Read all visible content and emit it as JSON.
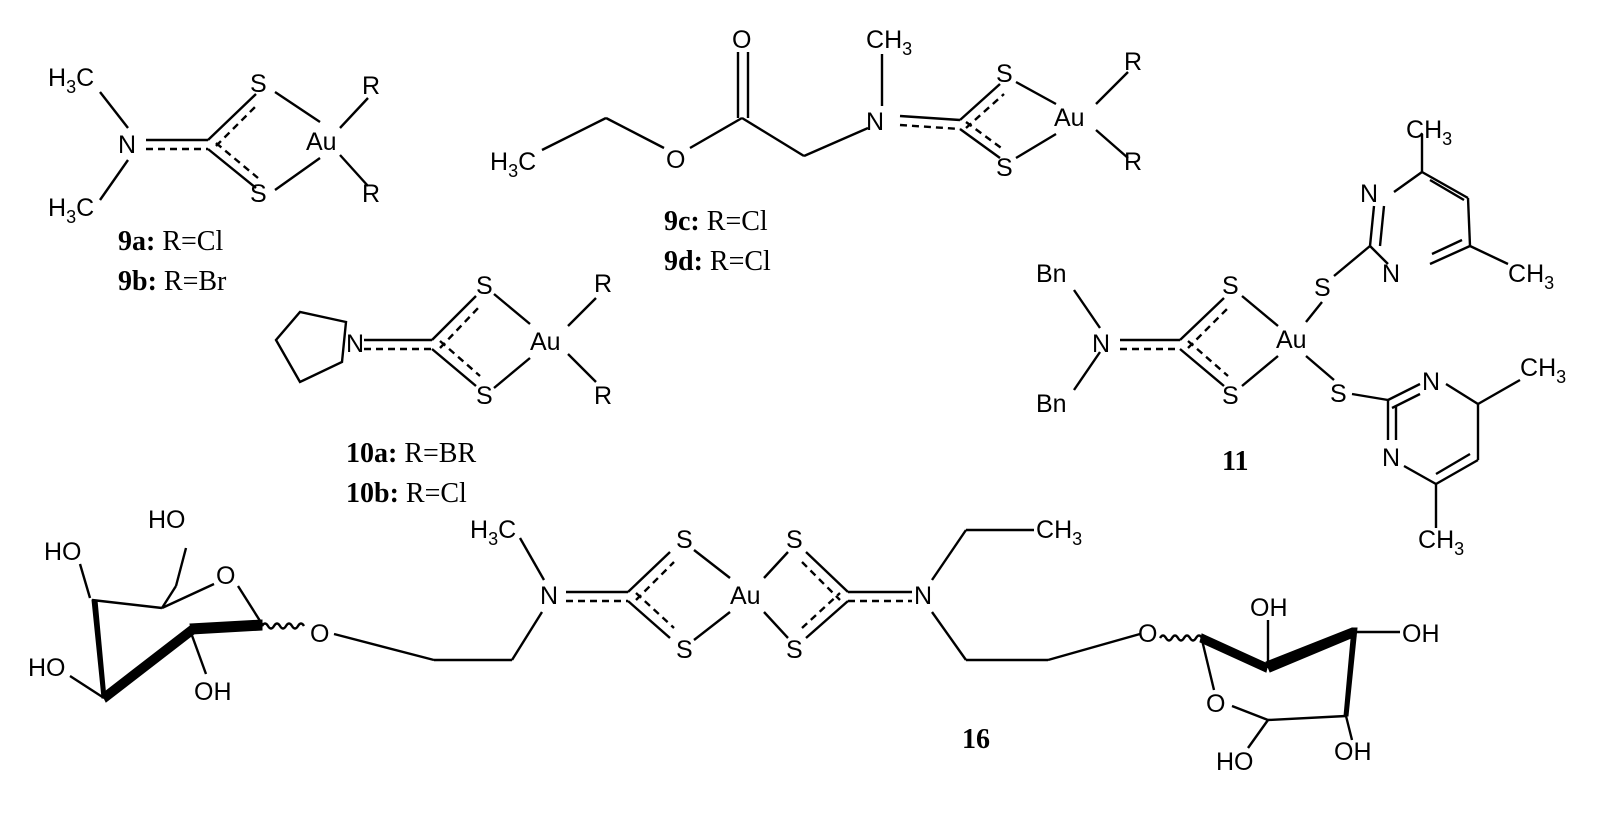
{
  "atoms": {
    "h": "H",
    "c": "C",
    "n": "N",
    "o": "O",
    "s": "S",
    "au": "Au",
    "r": "R",
    "bn": "Bn",
    "ho": "HO",
    "oh": "OH",
    "sub3": "3"
  },
  "captions": {
    "c9a_id": "9a:",
    "c9a_text": " R=Cl",
    "c9b_id": "9b:",
    "c9b_text": " R=Br",
    "c9c_id": "9c:",
    "c9c_text": " R=Cl",
    "c9d_id": "9d:",
    "c9d_text": " R=Cl",
    "c10a_id": "10a:",
    "c10a_text": " R=BR",
    "c10b_id": "10b:",
    "c10b_text": " R=Cl",
    "c11_id": "11",
    "c16_id": "16"
  }
}
